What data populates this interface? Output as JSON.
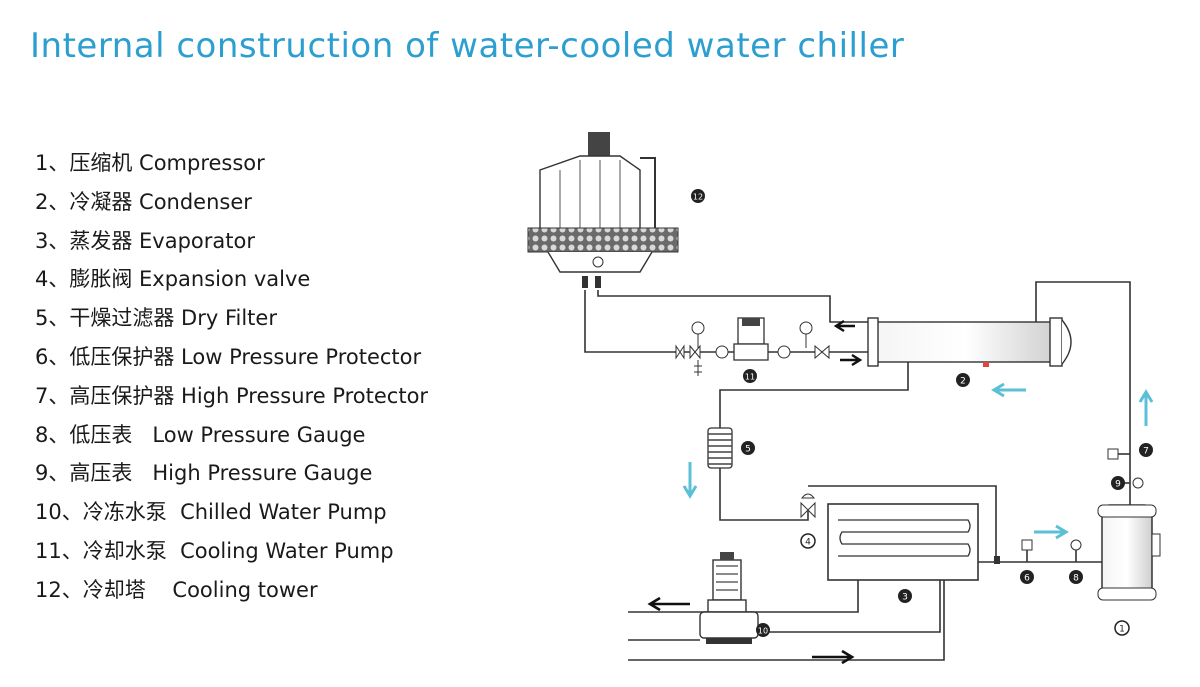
{
  "title": "Internal construction of water-cooled water chiller",
  "legend": [
    "1、压缩机 Compressor",
    "2、冷凝器 Condenser",
    "3、蒸发器 Evaporator",
    "4、膨胀阀 Expansion valve",
    "5、干燥过滤器 Dry Filter",
    "6、低压保护器 Low Pressure Protector",
    "7、高压保护器 High Pressure Protector",
    "8、低压表   Low Pressure Gauge",
    "9、高压表   High Pressure Gauge",
    "10、冷冻水泵  Chilled Water Pump",
    "11、冷却水泵  Cooling Water Pump",
    "12、冷却塔    Cooling tower"
  ],
  "markers": {
    "compressor": "1",
    "condenser": "2",
    "evaporator": "3",
    "expansion_valve": "4",
    "dry_filter": "5",
    "low_pressure_protector": "6",
    "high_pressure_protector": "7",
    "low_pressure_gauge": "8",
    "high_pressure_gauge": "9",
    "chilled_water_pump": "10",
    "cooling_water_pump": "11",
    "cooling_tower": "12"
  },
  "colors": {
    "title": "#2c9fd0",
    "flow_arrow": "#5bc0d6",
    "pipe": "#333333"
  }
}
